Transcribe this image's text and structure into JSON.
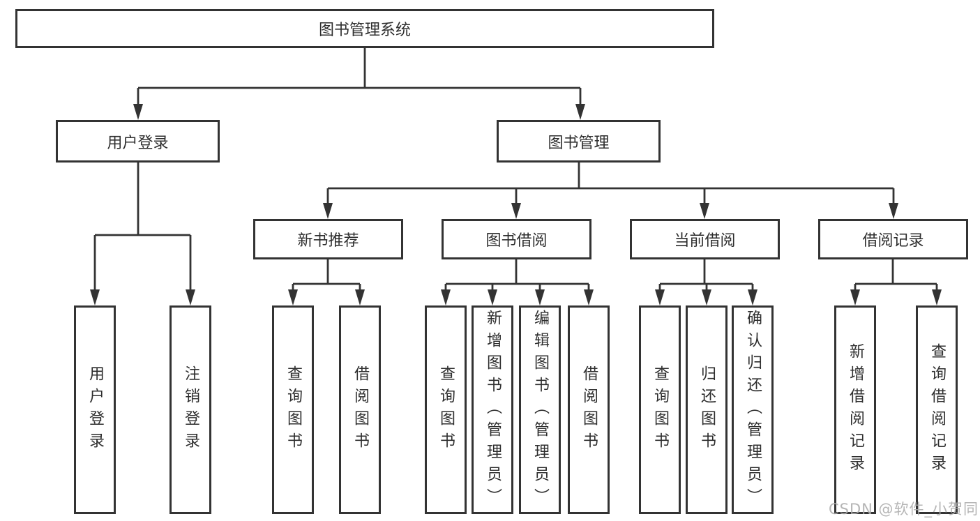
{
  "diagram": {
    "root": {
      "label": "图书管理系统"
    },
    "level2": [
      {
        "label": "用户登录"
      },
      {
        "label": "图书管理"
      }
    ],
    "level3": [
      {
        "label": "新书推荐"
      },
      {
        "label": "图书借阅"
      },
      {
        "label": "当前借阅"
      },
      {
        "label": "借阅记录"
      }
    ],
    "leaves": {
      "user_login": [
        "用户登录",
        "注销登录"
      ],
      "new_book": [
        "查询图书",
        "借阅图书"
      ],
      "book_borrow": [
        "查询图书",
        "新增图书（管理员）",
        "编辑图书（管理员）",
        "借阅图书"
      ],
      "current_borrow": [
        "查询图书",
        "归还图书",
        "确认归还（管理员）"
      ],
      "borrow_record": [
        "新增借阅记录",
        "查询借阅记录"
      ]
    }
  },
  "watermark": "CSDN @软件_小贺同学",
  "colors": {
    "line": "#333333",
    "text": "#2e2e2e",
    "watermark": "#ababab",
    "background": "#ffffff"
  }
}
